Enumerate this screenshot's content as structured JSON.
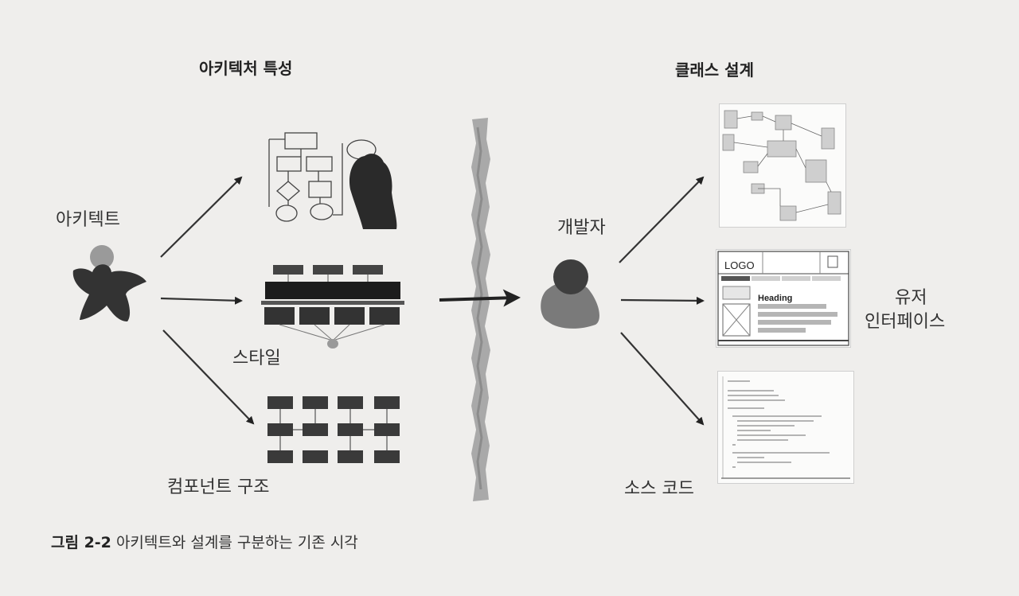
{
  "left_heading": "아키텍처 특성",
  "right_heading": "클래스 설계",
  "architect_label": "아키텍트",
  "developer_label": "개발자",
  "style_label": "스타일",
  "component_label": "컴포넌트 구조",
  "ui_label_line1": "유저",
  "ui_label_line2": "인터페이스",
  "source_label": "소스 코드",
  "ui_logo": "LOGO",
  "ui_heading": "Heading",
  "caption_prefix": "그림 2-2",
  "caption_text": " 아키텍트와 설계를 구분하는 기존 시각"
}
